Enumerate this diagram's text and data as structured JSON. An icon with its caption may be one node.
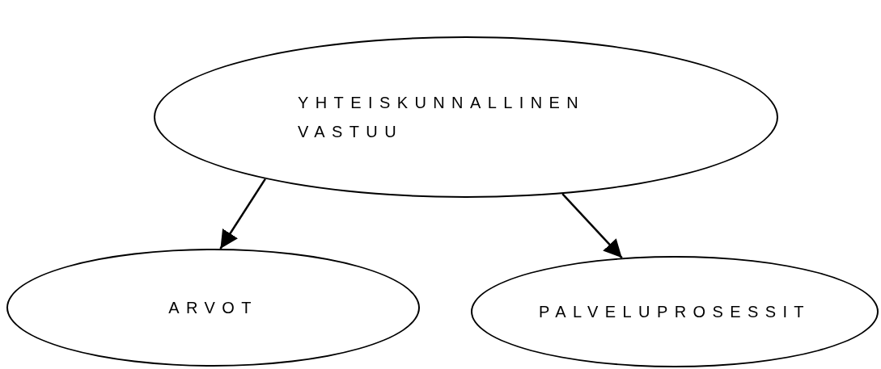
{
  "diagram": {
    "nodes": [
      {
        "text": [
          "YHTEISKUNNALLINEN VASTUU"
        ]
      },
      {
        "text": [
          "ARVOT"
        ]
      },
      {
        "text": [
          "PALVELUPROSESSIT"
        ]
      }
    ],
    "edges": [
      {
        "from": 0,
        "to": 1,
        "arrow": "to"
      },
      {
        "from": 0,
        "to": 2,
        "arrow": "to"
      }
    ]
  }
}
